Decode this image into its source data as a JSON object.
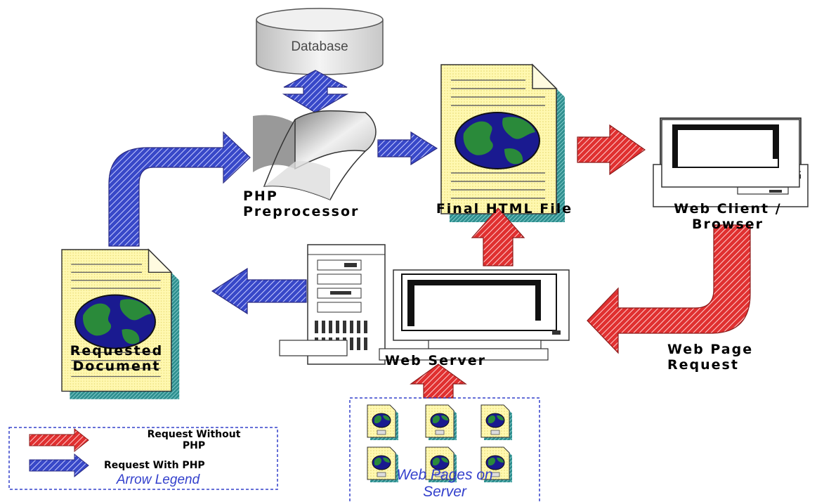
{
  "colors": {
    "php_arrow": "#3848c8",
    "no_php_arrow": "#e03030",
    "doc_paper": "#fff8b0",
    "doc_shadow": "#3a9a9a",
    "globe_land": "#2a8a3a",
    "globe_sea": "#1a1a90",
    "legend_text": "#3340cc"
  },
  "nodes": {
    "database": "Database",
    "php_preprocessor": [
      "PHP",
      "Preprocessor"
    ],
    "final_html": "Final HTML File",
    "web_client": [
      "Web Client /",
      "Browser"
    ],
    "requested_document": [
      "Requested",
      "Document"
    ],
    "web_server": "Web Server",
    "web_page_request": [
      "Web Page",
      "Request"
    ],
    "web_pages_on_server": [
      "Web Pages on",
      "Server"
    ]
  },
  "legend": {
    "title": "Arrow Legend",
    "without_php": [
      "Request Without",
      "PHP"
    ],
    "with_php": "Request With PHP"
  }
}
